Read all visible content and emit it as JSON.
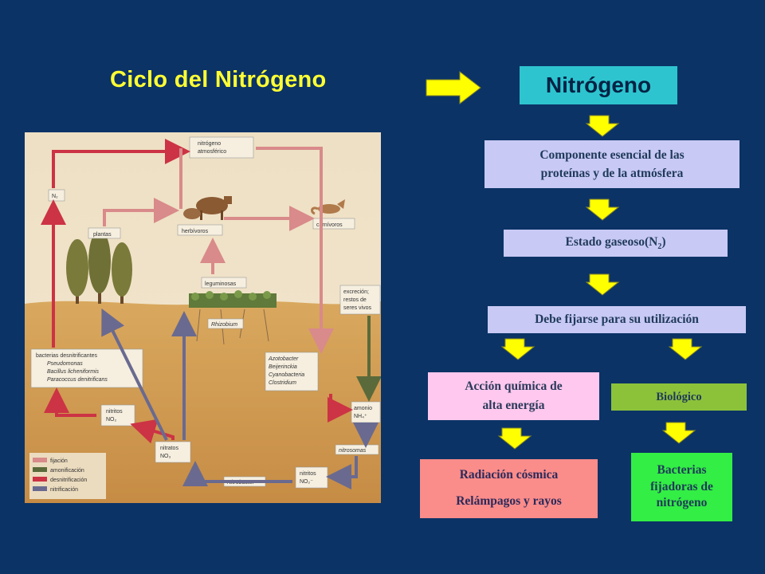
{
  "title": "Ciclo del Nitrógeno",
  "boxes": {
    "nitrogeno": "Nitrógeno",
    "componente_l1": "Componente esencial de las",
    "componente_l2": "proteínas y de la atmósfera",
    "estado_pre": "Estado gaseoso(N",
    "estado_sub": "2",
    "estado_post": ")",
    "fijarse": "Debe fijarse para su utilización",
    "quimica_l1": "Acción química de",
    "quimica_l2": "alta energía",
    "biologico": "Biológico",
    "radiacion_l1": "Radiación cósmica",
    "radiacion_l2": "Relámpagos y rayos",
    "bacterias_l1": "Bacterias",
    "bacterias_l2": "fijadoras de",
    "bacterias_l3": "nitrógeno"
  },
  "diagram": {
    "nitrogeno_atm_l1": "nitrógeno",
    "nitrogeno_atm_l2": "atmosférico",
    "n2": "N₂",
    "plantas": "plantas",
    "herbivoros": "herbívoros",
    "carnivoros": "carnívoros",
    "leguminosas": "leguminosas",
    "rhizobium": "Rhizobium",
    "excrecion_l1": "excreción;",
    "excrecion_l2": "restos de",
    "excrecion_l3": "seres vivos",
    "bact_desn": "bacterias desnitrificantes",
    "pseudomonas": "Pseudomonas",
    "bacillus": "Bacillus licheniformis",
    "paracoccus": "Paracoccus denitrificans",
    "azotobacter": "Azotobacter",
    "beijerinckia": "Beijerinckia",
    "cyanobacteria": "Cyanobacteria",
    "clostridium": "Clostridium",
    "nitritos_a_l1": "nitritos",
    "nitritos_a_l2": "NO₂",
    "amonio_l1": "amonio",
    "amonio_l2": "NH₄⁺",
    "nitratos_l1": "nitratos",
    "nitratos_l2": "NO₃",
    "nitrosomas": "nitrosomas",
    "nitrobacter": "Nitrobacter",
    "nitritos_b_l1": "nitritos",
    "nitritos_b_l2": "NO₂⁻",
    "legend": [
      "fijación",
      "amonificación",
      "desnitrificación",
      "nitrificación"
    ]
  },
  "colors": {
    "background": "#0b3366",
    "title": "#ffff33",
    "arrow_fill": "#ffff00",
    "fijacion": "#d98a8a",
    "amonificacion": "#5a6a3a",
    "desnitrificacion": "#cc3344",
    "nitrificacion": "#6a6a90"
  }
}
